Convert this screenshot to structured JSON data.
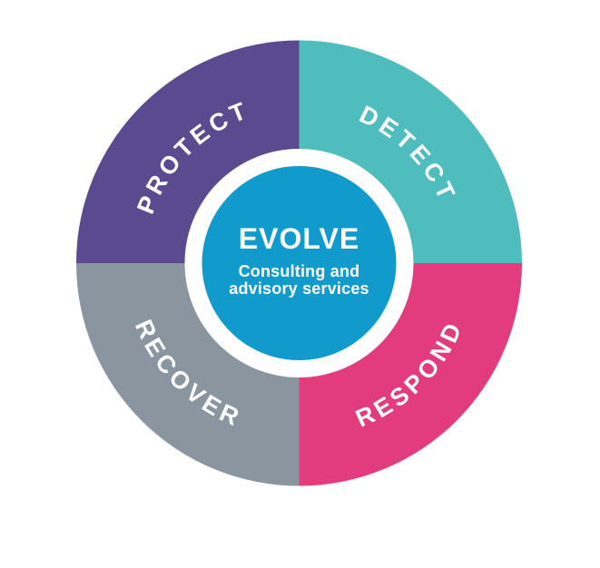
{
  "wheel": {
    "center": {
      "title": "EVOLVE",
      "subtitle_line1": "Consulting and",
      "subtitle_line2": "advisory services",
      "circle_color": "#119BCD",
      "ring_color": "#FFFFFF",
      "text_color": "#FFFFFF"
    },
    "quadrants": [
      {
        "label": "PROTECT",
        "color": "#5B4A8F",
        "position": "top-left"
      },
      {
        "label": "DETECT",
        "color": "#4FBDBD",
        "position": "top-right"
      },
      {
        "label": "RESPOND",
        "color": "#E23C7E",
        "position": "bottom-right"
      },
      {
        "label": "RECOVER",
        "color": "#8B95A0",
        "position": "bottom-left"
      }
    ],
    "label_color": "#FFFFFF",
    "background_color": "#FFFFFF"
  }
}
